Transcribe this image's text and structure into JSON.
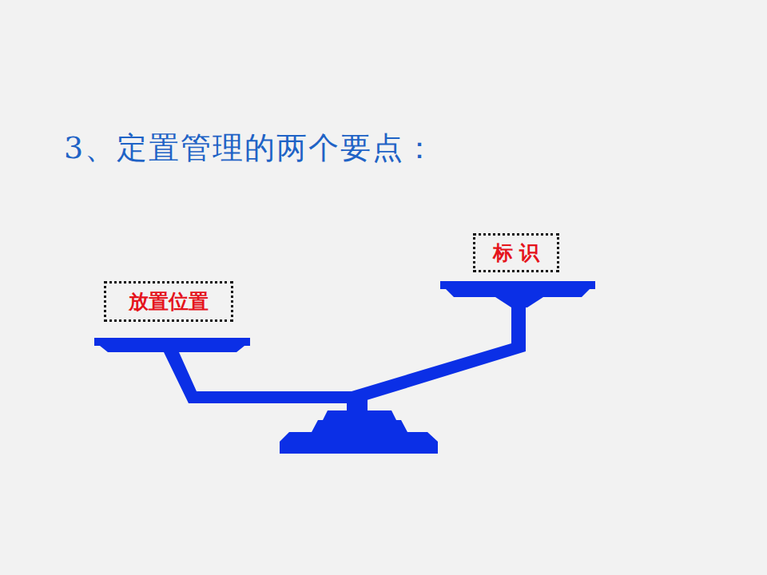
{
  "diagram": {
    "title": "3、定置管理的两个要点：",
    "nodes": [
      {
        "text": [
          "放置位置"
        ]
      },
      {
        "text": [
          "标 识"
        ]
      }
    ]
  }
}
